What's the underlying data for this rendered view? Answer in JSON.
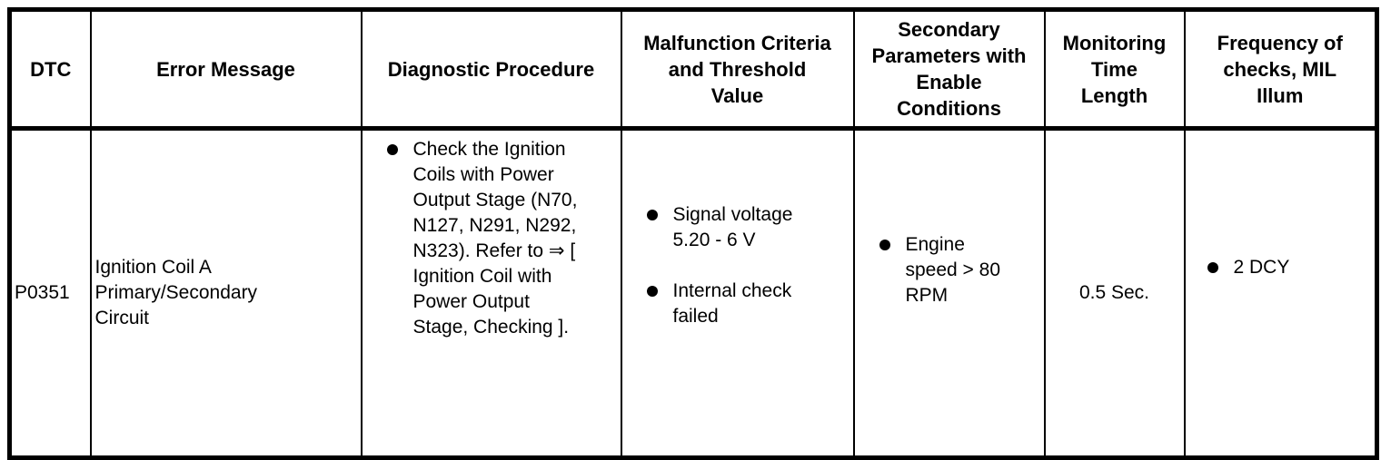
{
  "colors": {
    "background": "#ffffff",
    "border": "#000000",
    "text": "#000000",
    "bullet": "#000000"
  },
  "table": {
    "headers": [
      [
        "DTC"
      ],
      [
        "Error Message"
      ],
      [
        "Diagnostic Procedure"
      ],
      [
        "Malfunction Criteria",
        "and Threshold",
        "Value"
      ],
      [
        "Secondary",
        "Parameters with",
        "Enable",
        "Conditions"
      ],
      [
        "Monitoring",
        "Time",
        "Length"
      ],
      [
        "Frequency of",
        "checks, MIL",
        "Illum"
      ]
    ],
    "row": {
      "dtc": "P0351",
      "error_message": [
        "Ignition Coil A",
        "Primary/Secondary",
        "Circuit"
      ],
      "diagnostic_procedure": [
        [
          "Check the Ignition",
          "Coils with Power",
          "Output Stage (N70,",
          "N127, N291, N292,",
          "N323). Refer to ⇒ [",
          "Ignition Coil with",
          "Power Output",
          "Stage, Checking ]."
        ]
      ],
      "malfunction_criteria": [
        [
          "Signal voltage",
          "5.20 - 6 V"
        ],
        [
          "Internal check",
          "failed"
        ]
      ],
      "secondary_parameters": [
        [
          "Engine",
          "speed > 80",
          "RPM"
        ]
      ],
      "monitoring_time_length": "0.5 Sec.",
      "frequency_of_checks": [
        [
          "2 DCY"
        ]
      ]
    }
  }
}
